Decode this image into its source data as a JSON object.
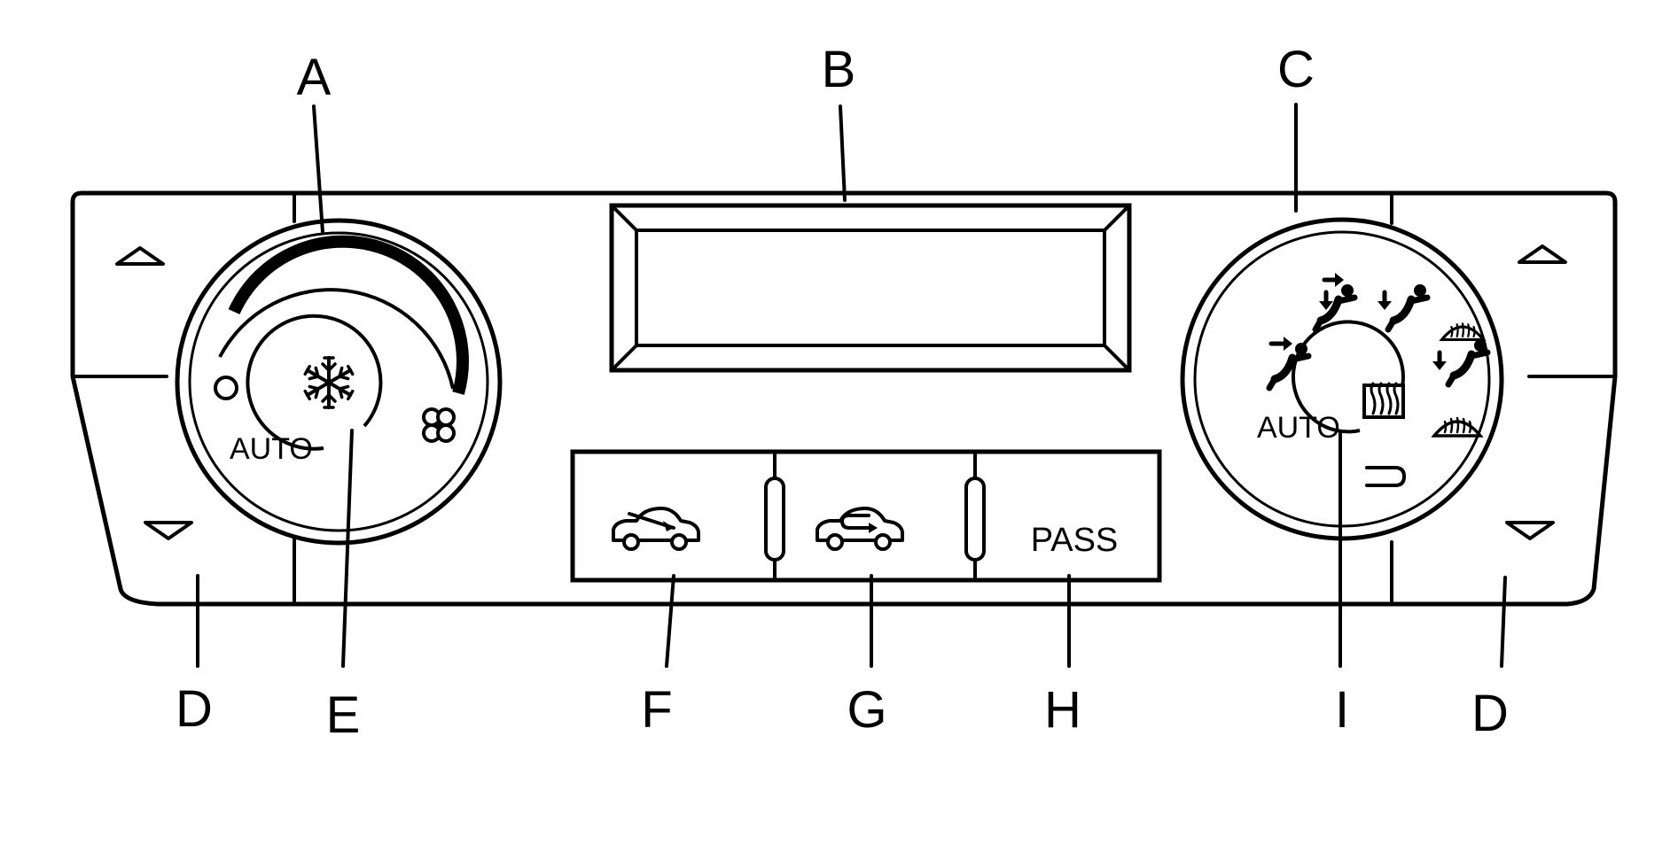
{
  "callouts": {
    "a": "A",
    "b": "B",
    "c": "C",
    "d_left": "D",
    "e": "E",
    "f": "F",
    "g": "G",
    "h": "H",
    "i": "I",
    "d_right": "D"
  },
  "left_dial": {
    "auto_label": "AUTO",
    "off_icon": "circle-off-icon",
    "fan_icon": "fan-icon",
    "ac_icon": "snowflake-ac-icon"
  },
  "right_dial": {
    "auto_label": "AUTO",
    "center_icon": "rear-defrost-icon",
    "mode_icons": [
      "vent-icon",
      "bilevel-icon",
      "floor-icon",
      "floor-defrost-icon",
      "defrost-icon"
    ]
  },
  "buttons": {
    "outside_air_icon": "outside-air-car-icon",
    "recirculation_icon": "recirculation-car-icon",
    "pass_label": "PASS"
  }
}
